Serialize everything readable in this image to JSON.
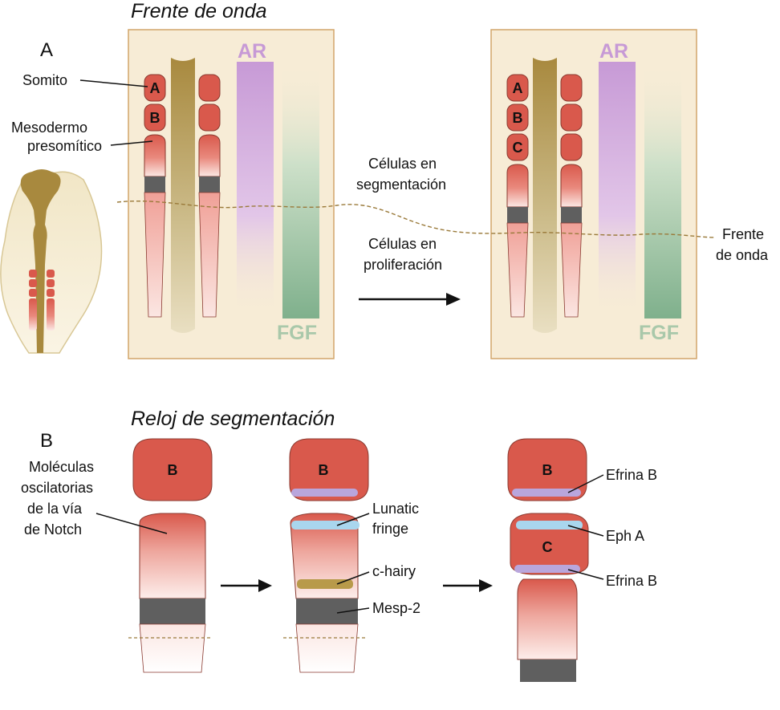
{
  "panel_a": {
    "letter": "A",
    "title": "Frente de onda",
    "labels": {
      "somito": "Somito",
      "mesodermo_1": "Mesodermo",
      "mesodermo_2": "presomítico",
      "seg_1": "Células en",
      "seg_2": "segmentación",
      "prol_1": "Células en",
      "prol_2": "proliferación",
      "front_1": "Frente",
      "front_2": "de onda"
    },
    "gradients": {
      "ar": "AR",
      "fgf": "FGF"
    },
    "left_box_somites": [
      "A",
      "B"
    ],
    "right_box_somites": [
      "A",
      "B",
      "C"
    ]
  },
  "panel_b": {
    "letter": "B",
    "title": "Reloj de segmentación",
    "labels": {
      "osc_1": "Moléculas",
      "osc_2": "oscilatorias",
      "osc_3": "de la vía",
      "osc_4": "de Notch",
      "lunatic_1": "Lunatic",
      "lunatic_2": "fringe",
      "chairy": "c-hairy",
      "mesp": "Mesp-2",
      "efrina_top": "Efrina B",
      "eph": "Eph A",
      "efrina_bottom": "Efrina B"
    },
    "somite_letters": {
      "b1": "B",
      "b2": "B",
      "b3": "B",
      "c": "C"
    }
  },
  "colors": {
    "somite": "#d9594c",
    "notochord": "#a8893e",
    "ar_gradient": "#c79ad6",
    "fgf_gradient": "#7fb08c",
    "box_fill": "#f7ecd6",
    "box_border": "#d2a56a",
    "mesp_band": "#5f5f5f",
    "lunatic_band": "#a9d6ee",
    "efrina_band": "#b9a6dc",
    "chairy_band": "#b89a4a"
  }
}
